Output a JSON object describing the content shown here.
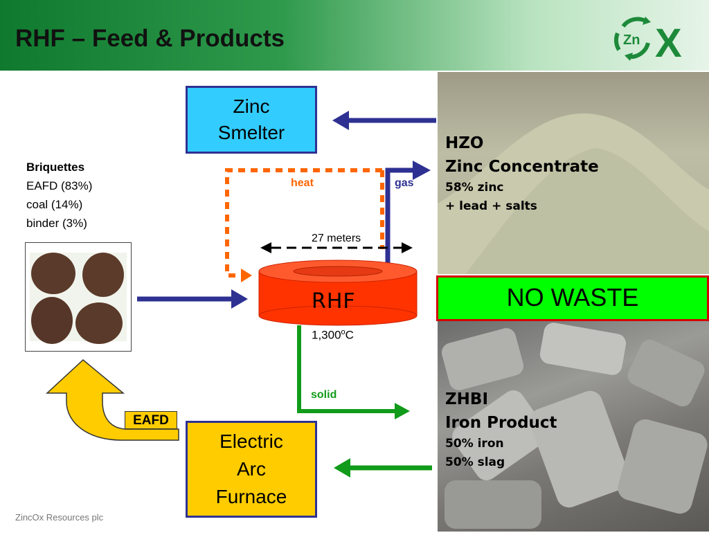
{
  "header": {
    "title": "RHF – Feed & Products"
  },
  "logo": {
    "text": "Zn",
    "suffix": "X"
  },
  "briquettes": {
    "heading": "Briquettes",
    "lines": [
      "EAFD (83%)",
      "coal (14%)",
      "binder (3%)"
    ]
  },
  "zinc_smelter": {
    "line1": "Zinc",
    "line2": "Smelter"
  },
  "eaf": {
    "line1": "Electric",
    "line2": "Arc",
    "line3": "Furnace"
  },
  "rhf": {
    "label": "RHF",
    "temp_value": "1,300",
    "temp_sup": "o",
    "temp_unit": "C"
  },
  "flows": {
    "heat": "heat",
    "gas": "gas",
    "distance": "27 meters",
    "solid": "solid",
    "eafd": "EAFD"
  },
  "hzo": {
    "title": "HZO",
    "name": "Zinc Concentrate",
    "line1": "58% zinc",
    "line2": "+ lead + salts"
  },
  "no_waste": "NO WASTE",
  "zhbi": {
    "title": "ZHBI",
    "name": "Iron Product",
    "line1": "50% iron",
    "line2": "50% slag"
  },
  "footer": "ZincOx Resources plc",
  "colors": {
    "header_green": "#1b8a3a",
    "arrow_blue": "#2e3192",
    "heat_orange": "#ff6600",
    "solid_green": "#119b1a",
    "rhf_red": "#ff3300",
    "eafd_yellow": "#ffcc00",
    "smelter_cyan": "#33ccff",
    "no_waste_green": "#00ff00"
  }
}
